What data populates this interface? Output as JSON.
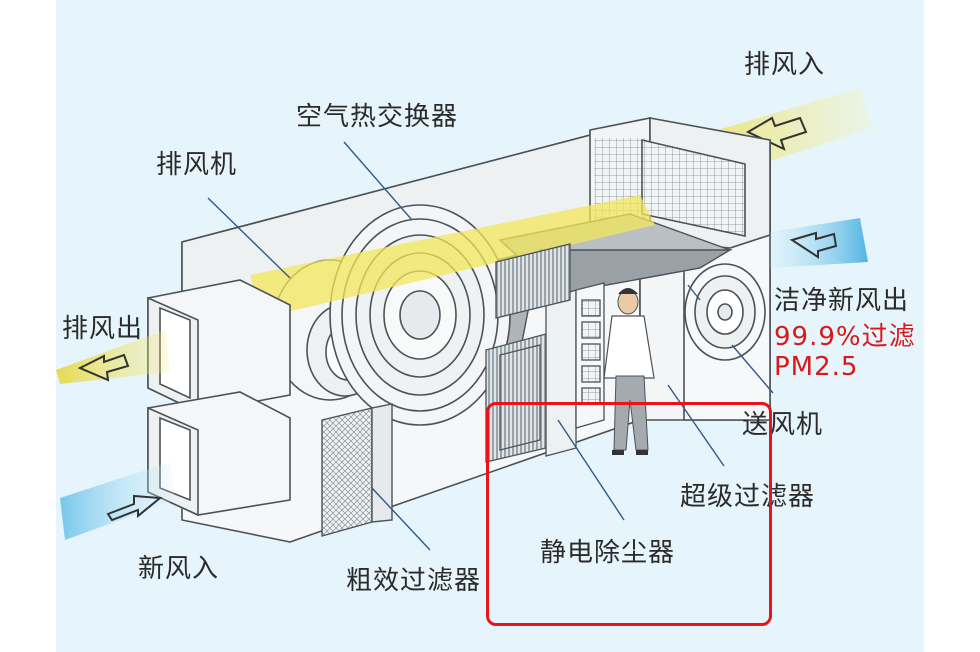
{
  "labels": {
    "exhaust_in": "排风入",
    "heat_exchanger": "空气热交换器",
    "exhaust_fan": "排风机",
    "exhaust_out": "排风出",
    "clean_air_out": "洁净新风出",
    "filter_rate": "99.9%过滤",
    "pm": "PM2.5",
    "supply_fan": "送风机",
    "super_filter": "超级过滤器",
    "electrostatic": "静电除尘器",
    "fresh_in": "新风入",
    "coarse_filter": "粗效过滤器"
  },
  "colors": {
    "background": "#e6f5fb",
    "highlight": "#e8141b",
    "accent_red": "#d7191c",
    "exhaust_flow": "#f2e34a",
    "fresh_flow": "#6ec3ea"
  }
}
